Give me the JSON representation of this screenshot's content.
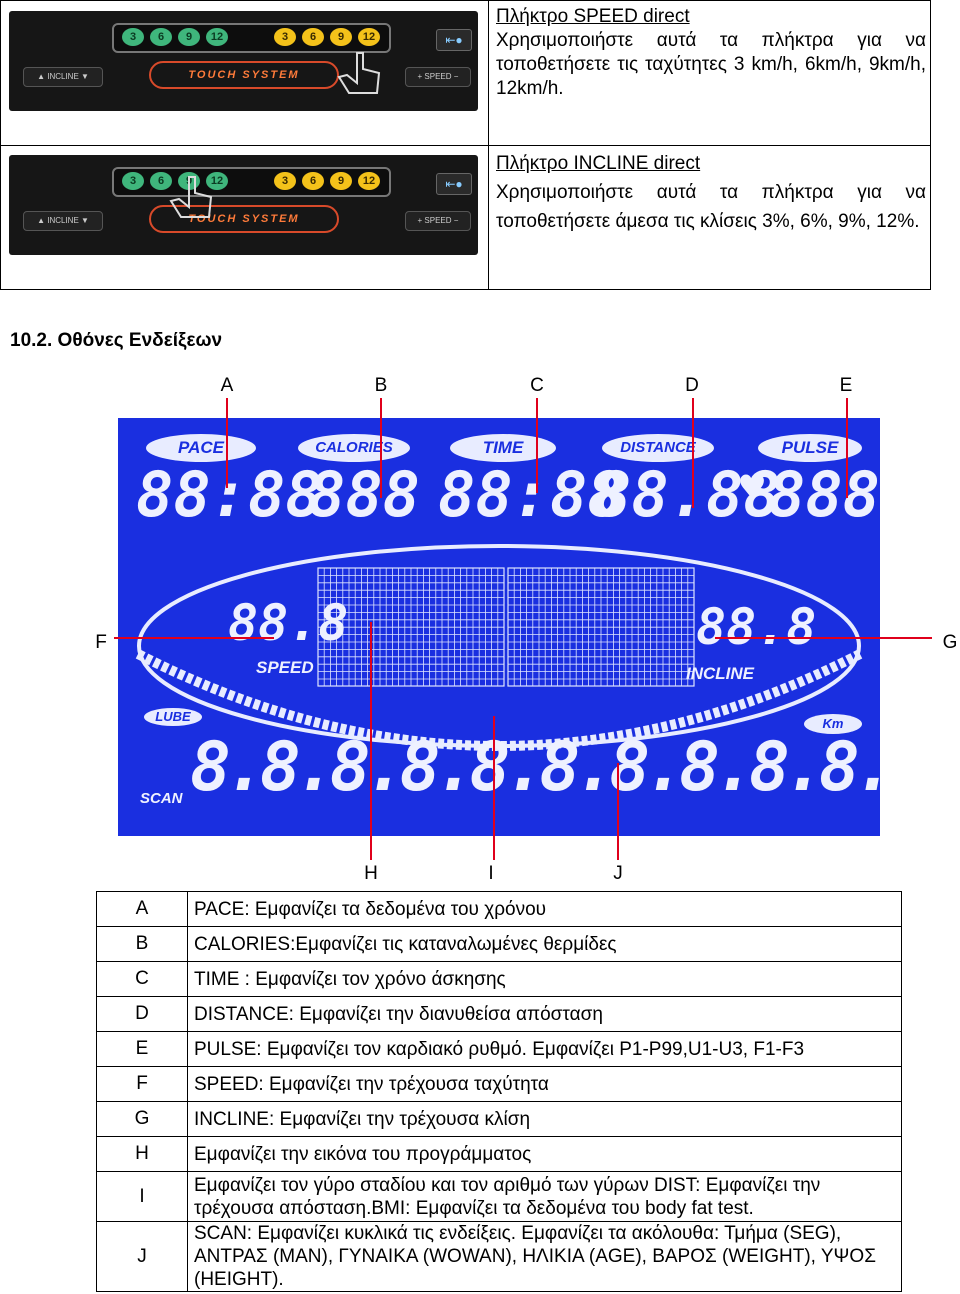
{
  "top_section": {
    "rows": [
      {
        "heading": "Πλήκτρο SPEED direct",
        "body": "Χρησιμοποιήστε αυτά τα πλήκτρα για να τοποθετήσετε τις ταχύτητες 3 km/h, 6km/h, 9km/h, 12km/h."
      },
      {
        "heading": "Πλήκτρο INCLINE direct",
        "body": "Χρησιμοποιήστε αυτά τα πλήκτρα για να τοποθετήσετε άμεσα τις κλίσεις 3%, 6%, 9%, 12%."
      }
    ],
    "panel": {
      "incline_keys": [
        "3",
        "6",
        "9",
        "12"
      ],
      "speed_keys": [
        "3",
        "6",
        "9",
        "12"
      ],
      "touch_label": "TOUCH SYSTEM",
      "incline_label": "▲ INCLINE ▼",
      "speed_label": "+ SPEED −"
    }
  },
  "section_title": "10.2. Οθόνες Ενδείξεων",
  "callouts": {
    "top": [
      "A",
      "B",
      "C",
      "D",
      "E"
    ],
    "left": "F",
    "right": "G",
    "bottom": [
      "H",
      "I",
      "J"
    ]
  },
  "lcd": {
    "labels": {
      "pace": "PACE",
      "calories": "CALORIES",
      "time": "TIME",
      "distance": "DISTANCE",
      "pulse": "PULSE",
      "speed": "SPEED",
      "incline": "INCLINE",
      "lube": "LUBE",
      "km": "Km",
      "scan": "SCAN"
    },
    "digits": {
      "pace": "88:88",
      "calories": "888",
      "time": "88:88",
      "distance": "88.88",
      "pulse": "888",
      "speed": "88.8",
      "incline": "88.8",
      "matrix": "8.8.8.8.8.8.8.8.8.8."
    }
  },
  "legend": [
    {
      "key": "A",
      "text": "PACE: Εμφανίζει τα δεδομένα του χρόνου"
    },
    {
      "key": "B",
      "text": "CALORIES:Εμφανίζει τις καταναλωμένες θερμίδες"
    },
    {
      "key": "C",
      "text": "TIME : Εμφανίζει τον χρόνο άσκησης"
    },
    {
      "key": "D",
      "text": "DISTANCE: Εμφανίζει την διανυθείσα απόσταση"
    },
    {
      "key": "E",
      "text": "PULSE: Εμφανίζει τον καρδιακό ρυθμό. Εμφανίζει P1-P99,U1-U3, F1-F3"
    },
    {
      "key": "F",
      "text": "SPEED: Εμφανίζει την τρέχουσα ταχύτητα"
    },
    {
      "key": "G",
      "text": "INCLINE: Εμφανίζει την τρέχουσα κλίση"
    },
    {
      "key": "H",
      "text": "Εμφανίζει την εικόνα του προγράμματος"
    },
    {
      "key": "I",
      "text": "Εμφανίζει τον γύρο σταδίου και τον αριθμό των γύρων DIST: Εμφανίζει την τρέχουσα απόσταση.BMI: Εμφανίζει τα δεδομένα του body fat test."
    },
    {
      "key": "J",
      "text": "SCAN: Εμφανίζει κυκλικά τις ενδείξεις. Εμφανίζει τα ακόλουθα: Τμήμα (SEG), ΑΝΤΡΑΣ (MAN), ΓΥΝΑΙΚΑ (WOWAN), ΗΛΙΚΙΑ (AGE), ΒΑΡΟΣ (WEIGHT), ΥΨΟΣ (HEIGHT)."
    }
  ]
}
